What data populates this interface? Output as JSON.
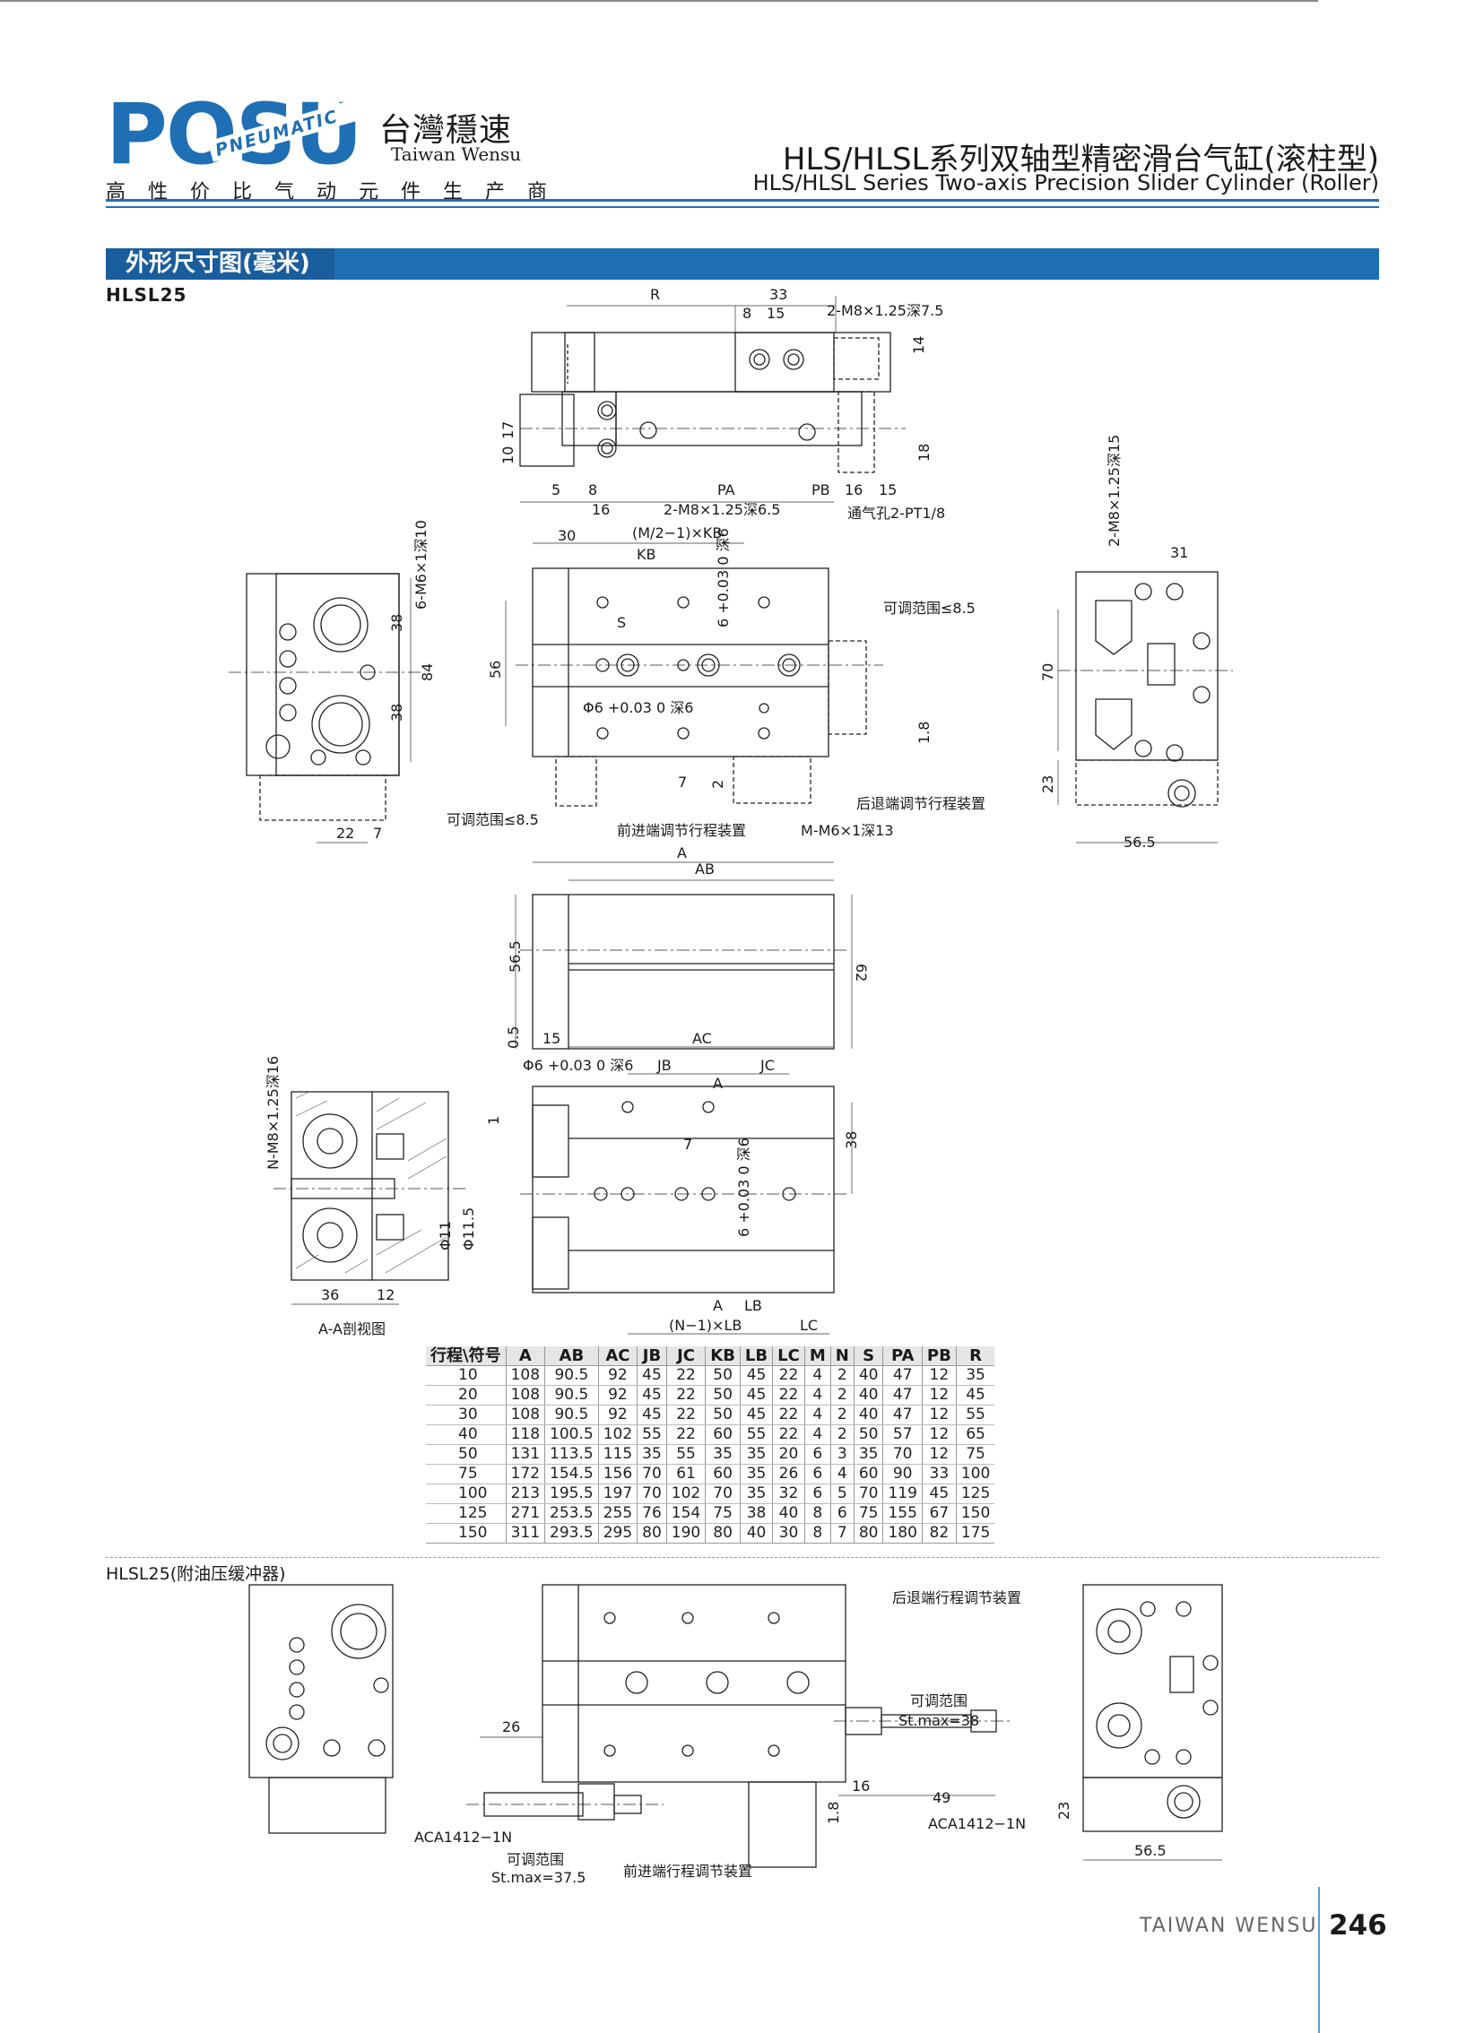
{
  "brand": {
    "logo_text": "PÖSU",
    "logo_sub": "PNEUMATIC",
    "name_cn": "台灣穩速",
    "name_en": "Taiwan Wensu",
    "tagline": "高性价比气动元件生产商",
    "colors": {
      "primary": "#1f6fb5",
      "dark": "#1a5d9c",
      "ink": "#1a1a1a"
    }
  },
  "header": {
    "title_cn": "HLS/HLSL系列双轴型精密滑台气缸(滚柱型)",
    "title_en": "HLS/HLSL Series Two-axis Precision Slider Cylinder (Roller)"
  },
  "section": {
    "title": "外形尺寸图(毫米)",
    "model": "HLSL25"
  },
  "drawing": {
    "top_view": {
      "R": "R",
      "d33": "33",
      "d8": "8",
      "d15": "15",
      "tap_top": "2-M8×1.25深7.5",
      "d14": "14",
      "d10": "10",
      "d17": "17",
      "d18": "18",
      "d5": "5",
      "d8b": "8",
      "PA": "PA",
      "PB": "PB",
      "d16": "16",
      "d15b": "15",
      "d16b": "16",
      "tap_bottom": "2-M8×1.25深6.5",
      "port": "通气孔2-PT1/8"
    },
    "left_view": {
      "tap": "6-M6×1深10",
      "d38a": "38",
      "d84": "84",
      "d38b": "38",
      "d22": "22",
      "d7": "7"
    },
    "plan_view": {
      "d30": "30",
      "MKB": "(M/2−1)×KB",
      "KB": "KB",
      "S": "S",
      "hole6": "6 +0.03 0 深6",
      "d56": "56",
      "phi6": "Φ6 +0.03 0 深6",
      "range_r": "可调范围≤8.5",
      "d18": "1.8",
      "d7": "7",
      "d2": "2",
      "rear_adj": "后退端调节行程装置",
      "range_l": "可调范围≤8.5",
      "front_adj": "前进端调节行程装置",
      "tapM": "M-M6×1深13"
    },
    "right_view": {
      "tap": "2-M8×1.25深15",
      "d31": "31",
      "d70": "70",
      "d23": "23",
      "d56_5": "56.5"
    },
    "side_view": {
      "A": "A",
      "AB": "AB",
      "d56_5": "56.5",
      "d62": "62",
      "d0_5": "0.5",
      "d15": "15",
      "AC": "AC"
    },
    "bottom_view": {
      "phi6": "Φ6 +0.03 0 深6",
      "JB": "JB",
      "A": "A",
      "JC": "JC",
      "d1": "1",
      "d7": "7",
      "d38": "38",
      "hole6": "6 +0.03 0 深6",
      "A2": "A",
      "LB": "LB",
      "NLB": "(N−1)×LB",
      "LC": "LC"
    },
    "section_view": {
      "tap": "N-M8×1.25深16",
      "phi11": "Φ11",
      "phi11_5": "Φ11.5",
      "d36": "36",
      "d12": "12",
      "caption": "A-A剖视图"
    }
  },
  "table": {
    "headers": [
      "行程\\符号",
      "A",
      "AB",
      "AC",
      "JB",
      "JC",
      "KB",
      "LB",
      "LC",
      "M",
      "N",
      "S",
      "PA",
      "PB",
      "R"
    ],
    "rows": [
      [
        "10",
        "108",
        "90.5",
        "92",
        "45",
        "22",
        "50",
        "45",
        "22",
        "4",
        "2",
        "40",
        "47",
        "12",
        "35"
      ],
      [
        "20",
        "108",
        "90.5",
        "92",
        "45",
        "22",
        "50",
        "45",
        "22",
        "4",
        "2",
        "40",
        "47",
        "12",
        "45"
      ],
      [
        "30",
        "108",
        "90.5",
        "92",
        "45",
        "22",
        "50",
        "45",
        "22",
        "4",
        "2",
        "40",
        "47",
        "12",
        "55"
      ],
      [
        "40",
        "118",
        "100.5",
        "102",
        "55",
        "22",
        "60",
        "55",
        "22",
        "4",
        "2",
        "50",
        "57",
        "12",
        "65"
      ],
      [
        "50",
        "131",
        "113.5",
        "115",
        "35",
        "55",
        "35",
        "35",
        "20",
        "6",
        "3",
        "35",
        "70",
        "12",
        "75"
      ],
      [
        "75",
        "172",
        "154.5",
        "156",
        "70",
        "61",
        "60",
        "35",
        "26",
        "6",
        "4",
        "60",
        "90",
        "33",
        "100"
      ],
      [
        "100",
        "213",
        "195.5",
        "197",
        "70",
        "102",
        "70",
        "35",
        "32",
        "6",
        "5",
        "70",
        "119",
        "45",
        "125"
      ],
      [
        "125",
        "271",
        "253.5",
        "255",
        "76",
        "154",
        "75",
        "38",
        "40",
        "8",
        "6",
        "75",
        "155",
        "67",
        "150"
      ],
      [
        "150",
        "311",
        "293.5",
        "295",
        "80",
        "190",
        "80",
        "40",
        "30",
        "8",
        "7",
        "80",
        "180",
        "82",
        "175"
      ]
    ]
  },
  "section2": {
    "model": "HLSL25(附油压缓冲器)",
    "rear_adj": "后退端行程调节装置",
    "range_r": "可调范围",
    "stmax_r": "St.max=38",
    "d26": "26",
    "d1_8": "1.8",
    "d16": "16",
    "d49": "49",
    "aca_l": "ACA1412−1N",
    "aca_r": "ACA1412−1N",
    "range_l": "可调范围",
    "stmax_l": "St.max=37.5",
    "front_adj": "前进端行程调节装置",
    "d23": "23",
    "d56_5": "56.5"
  },
  "footer": {
    "company": "TAIWAN WENSU",
    "page": "246"
  }
}
